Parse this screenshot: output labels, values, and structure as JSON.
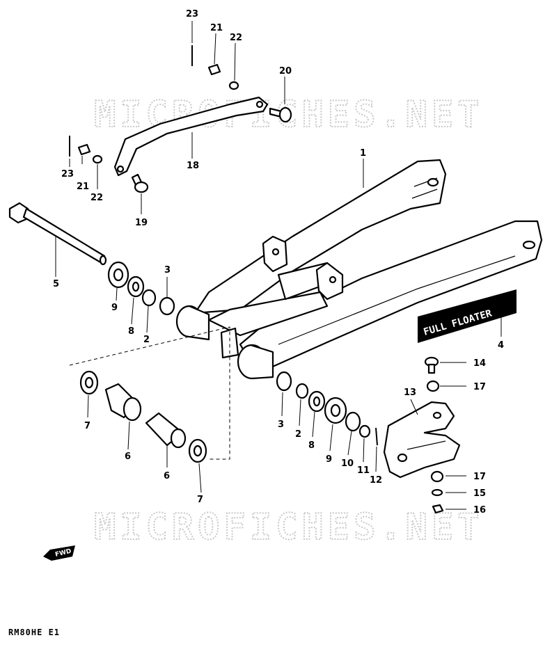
{
  "watermarks": [
    "MICROFICHES.NET",
    "MICROFICHES.NET"
  ],
  "decal_text": "FULL FLOATER",
  "fwd_label": "FWD",
  "model_code": "RM80HE E1",
  "callouts": [
    {
      "id": "c23a",
      "num": "23"
    },
    {
      "id": "c21a",
      "num": "21"
    },
    {
      "id": "c22a",
      "num": "22"
    },
    {
      "id": "c20",
      "num": "20"
    },
    {
      "id": "c18",
      "num": "18"
    },
    {
      "id": "c23b",
      "num": "23"
    },
    {
      "id": "c21b",
      "num": "21"
    },
    {
      "id": "c22b",
      "num": "22"
    },
    {
      "id": "c19",
      "num": "19"
    },
    {
      "id": "c1",
      "num": "1"
    },
    {
      "id": "c5",
      "num": "5"
    },
    {
      "id": "c3a",
      "num": "3"
    },
    {
      "id": "c9a",
      "num": "9"
    },
    {
      "id": "c8a",
      "num": "8"
    },
    {
      "id": "c2a",
      "num": "2"
    },
    {
      "id": "c4",
      "num": "4"
    },
    {
      "id": "c14",
      "num": "14"
    },
    {
      "id": "c17a",
      "num": "17"
    },
    {
      "id": "c13",
      "num": "13"
    },
    {
      "id": "c7a",
      "num": "7"
    },
    {
      "id": "c6a",
      "num": "6"
    },
    {
      "id": "c6b",
      "num": "6"
    },
    {
      "id": "c7b",
      "num": "7"
    },
    {
      "id": "c3b",
      "num": "3"
    },
    {
      "id": "c2b",
      "num": "2"
    },
    {
      "id": "c8b",
      "num": "8"
    },
    {
      "id": "c9b",
      "num": "9"
    },
    {
      "id": "c10",
      "num": "10"
    },
    {
      "id": "c11",
      "num": "11"
    },
    {
      "id": "c12",
      "num": "12"
    },
    {
      "id": "c17b",
      "num": "17"
    },
    {
      "id": "c15",
      "num": "15"
    },
    {
      "id": "c16",
      "num": "16"
    }
  ]
}
